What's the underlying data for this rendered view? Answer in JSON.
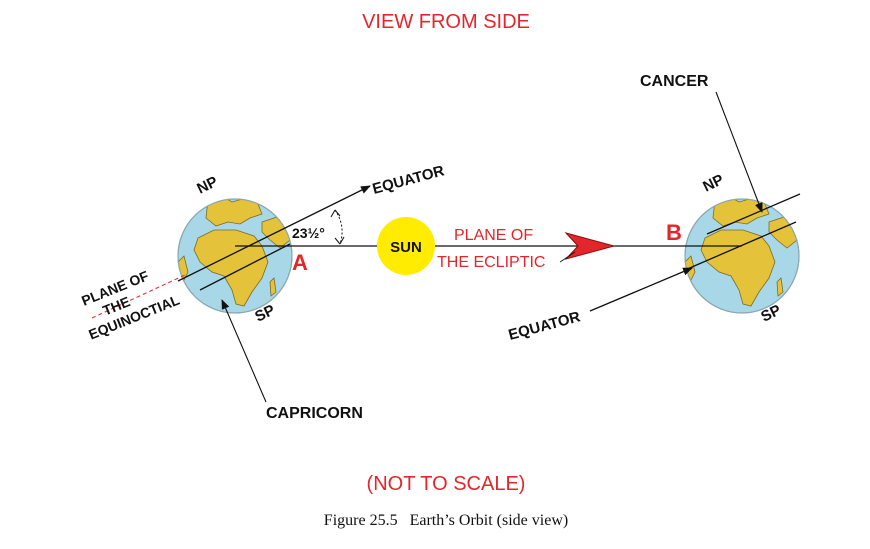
{
  "title": "VIEW FROM SIDE",
  "scale_note": "(NOT TO SCALE)",
  "caption": "Figure 25.5   Earth’s Orbit (side view)",
  "labels": {
    "np": "NP",
    "sp": "SP",
    "equator": "EQUATOR",
    "angle": "23½°",
    "point_a": "A",
    "point_b": "B",
    "sun": "SUN",
    "plane_ecliptic_line1": "PLANE OF",
    "plane_ecliptic_line2": "THE ECLIPTIC",
    "plane_equinoctial_line1": "PLANE OF",
    "plane_equinoctial_line2": "THE",
    "plane_equinoctial_line3": "EQUINOCTIAL",
    "capricorn": "CAPRICORN",
    "cancer": "CANCER"
  },
  "colors": {
    "accent_red": "#e3262b",
    "ocean": "#a8d8e8",
    "land": "#e4c23a",
    "sun": "#ffec00"
  }
}
